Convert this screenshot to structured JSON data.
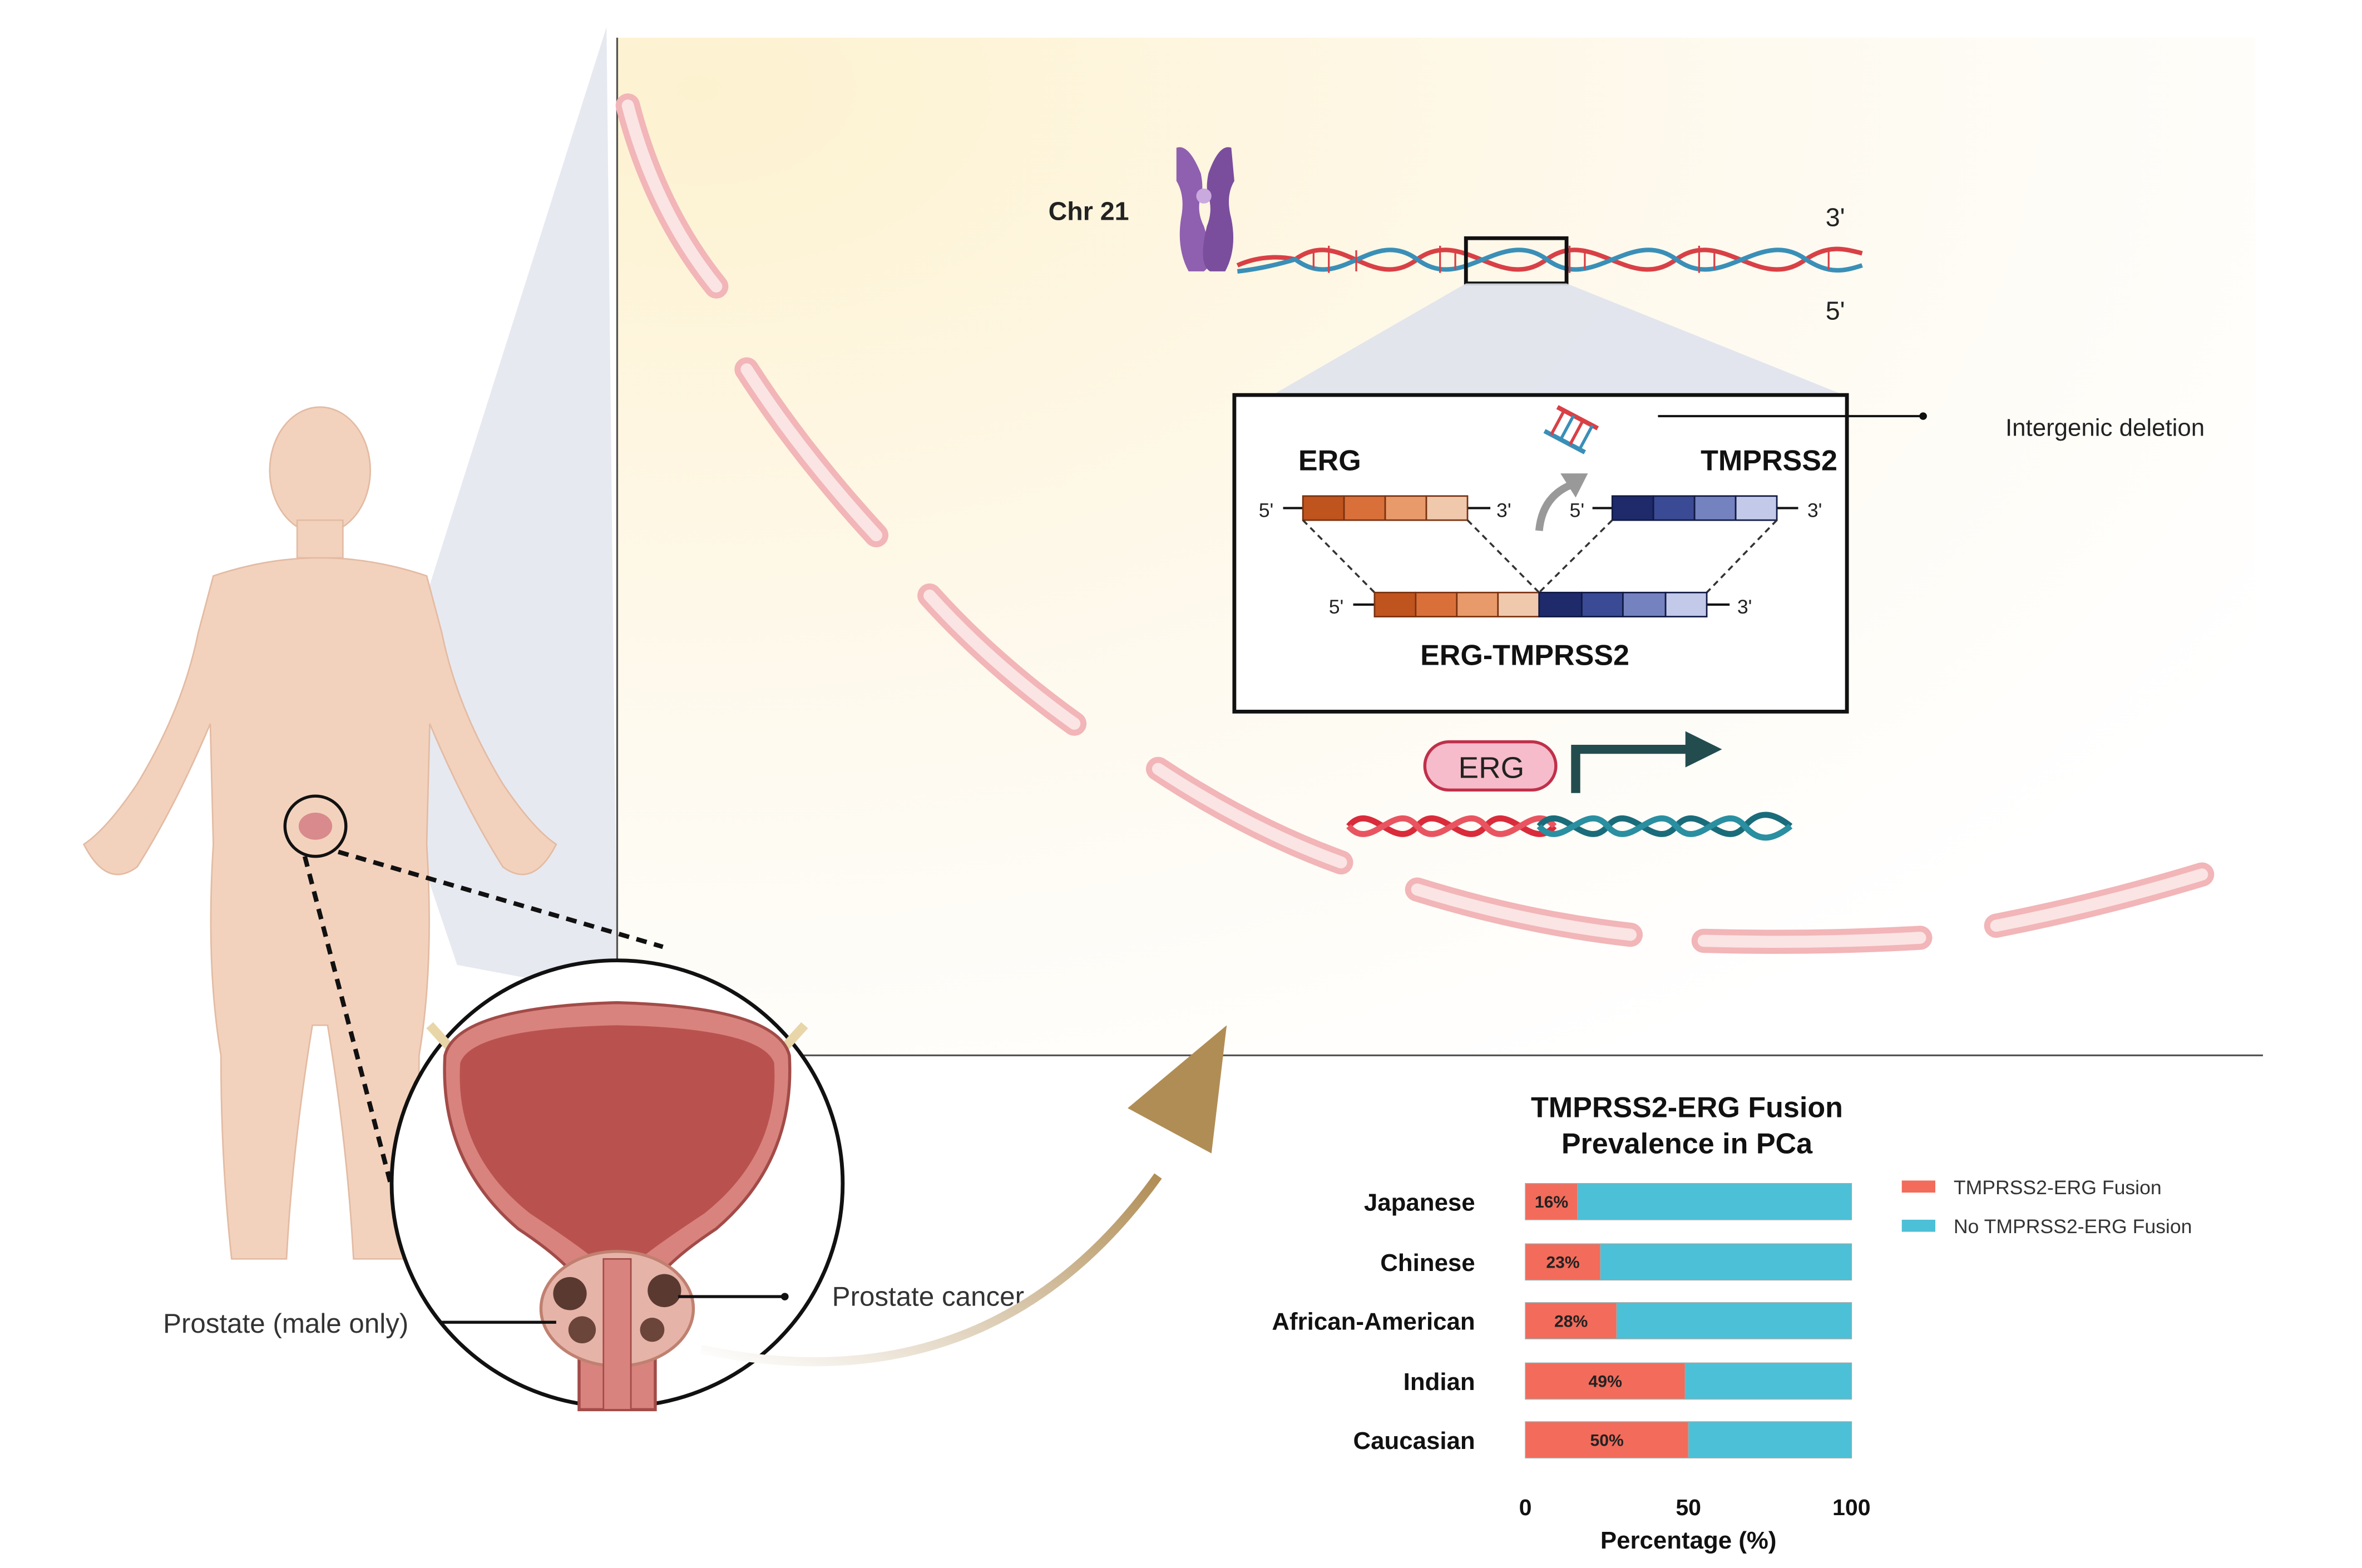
{
  "labels": {
    "chromosome": "Chr 21",
    "three_prime": "3'",
    "five_prime": "5'",
    "intergenic_deletion": "Intergenic deletion",
    "erg": "ERG",
    "tmprss2": "TMPRSS2",
    "fusion": "ERG-TMPRSS2",
    "erg_box": "ERG",
    "prostate": "Prostate (male only)",
    "prostate_cancer": "Prostate cancer"
  },
  "colors": {
    "orange_dark": "#c0541e",
    "orange_light": "#f0c9ad",
    "navy_dark": "#1f2a6b",
    "navy_light": "#c3c9e8",
    "fusion_color": "#f26b5b",
    "no_fusion_color": "#4cc0d6",
    "skin": "#f3d2bd",
    "bladder": "#b9524f"
  },
  "chart_data": {
    "type": "bar",
    "orientation": "horizontal",
    "stacked": true,
    "title": "TMPRSS2-ERG Fusion Prevalence in PCa",
    "xlabel": "Percentage (%)",
    "ylabel": "",
    "xlim": [
      0,
      100
    ],
    "xticks": [
      "0",
      "50",
      "100"
    ],
    "categories": [
      "Japanese",
      "Chinese",
      "African-American",
      "Indian",
      "Caucasian"
    ],
    "series": [
      {
        "name": "TMPRSS2-ERG Fusion",
        "values": [
          16,
          23,
          28,
          49,
          50
        ],
        "labels": [
          "16%",
          "23%",
          "28%",
          "49%",
          "50%"
        ],
        "color": "#f26b5b"
      },
      {
        "name": "No TMPRSS2-ERG Fusion",
        "values": [
          84,
          77,
          72,
          51,
          50
        ],
        "color": "#4cc0d6"
      }
    ],
    "legend": "right",
    "grid": false
  }
}
